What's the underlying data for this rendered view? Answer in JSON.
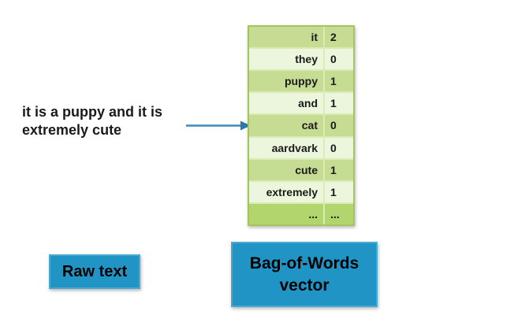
{
  "sentence": "it is a puppy and it is\nextremely cute",
  "table": {
    "rows": [
      {
        "word": "it",
        "count": "2"
      },
      {
        "word": "they",
        "count": "0"
      },
      {
        "word": "puppy",
        "count": "1"
      },
      {
        "word": "and",
        "count": "1"
      },
      {
        "word": "cat",
        "count": "0"
      },
      {
        "word": "aardvark",
        "count": "0"
      },
      {
        "word": "cute",
        "count": "1"
      },
      {
        "word": "extremely",
        "count": "1"
      },
      {
        "word": "...",
        "count": "..."
      }
    ]
  },
  "labels": {
    "raw_text": "Raw text",
    "bow_vector": "Bag-of-Words\nvector"
  },
  "colors": {
    "blue_fill": "#2095c5",
    "blue_border": "#4aa9d0",
    "row_medium": "#c6dc92",
    "row_pale": "#ecf6dc",
    "row_vivid": "#b2d56e",
    "grid_line": "#d9ecb4",
    "table_border": "#a3c45f",
    "arrow_blue": "#3f87b8",
    "text_dark": "#1a1a1a"
  }
}
